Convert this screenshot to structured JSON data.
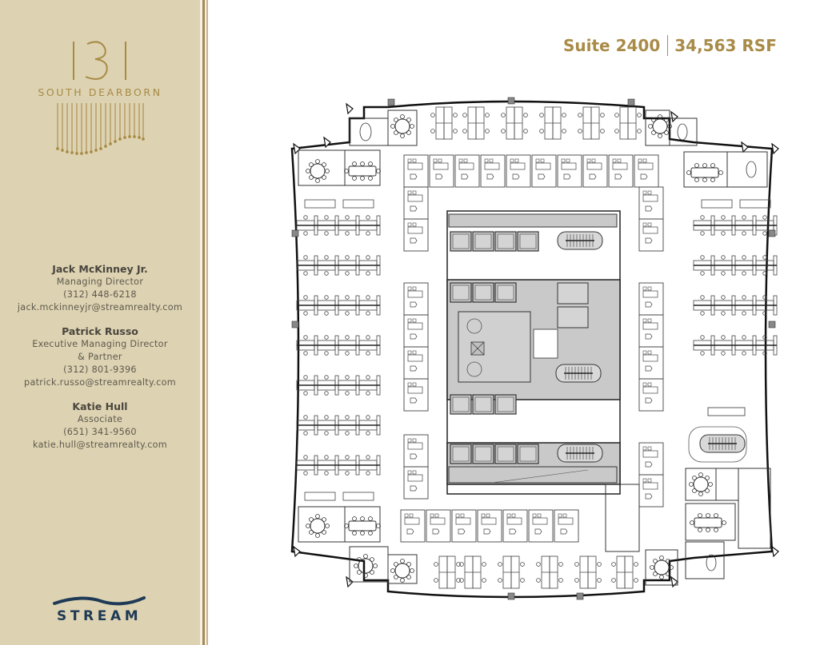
{
  "building": {
    "number": "131",
    "name": "SOUTH DEARBORN"
  },
  "listing": {
    "suite": "Suite 2400",
    "area": "34,563 RSF"
  },
  "contacts": [
    {
      "name": "Jack McKinney Jr.",
      "title_lines": [
        "Managing Director"
      ],
      "phone": "(312) 448-6218",
      "email": "jack.mckinneyjr@streamrealty.com"
    },
    {
      "name": "Patrick Russo",
      "title_lines": [
        "Executive Managing Director",
        "& Partner"
      ],
      "phone": "(312) 801-9396",
      "email": "patrick.russo@streamrealty.com"
    },
    {
      "name": "Katie Hull",
      "title_lines": [
        "Associate"
      ],
      "phone": "(651) 341-9560",
      "email": "katie.hull@streamrealty.com"
    }
  ],
  "brand": {
    "name": "STREAM",
    "colors": {
      "sidebar_bg": "#ddd3b2",
      "gold": "#a98b48",
      "navy": "#1e3a56",
      "core_gray": "#c9c9c9"
    }
  },
  "floorplan": {
    "label": "floor plan",
    "icons": [
      "conference-table-icon",
      "workstation-icon",
      "office-desk-icon",
      "elevator-icon",
      "stair-icon",
      "restroom-icon"
    ]
  }
}
